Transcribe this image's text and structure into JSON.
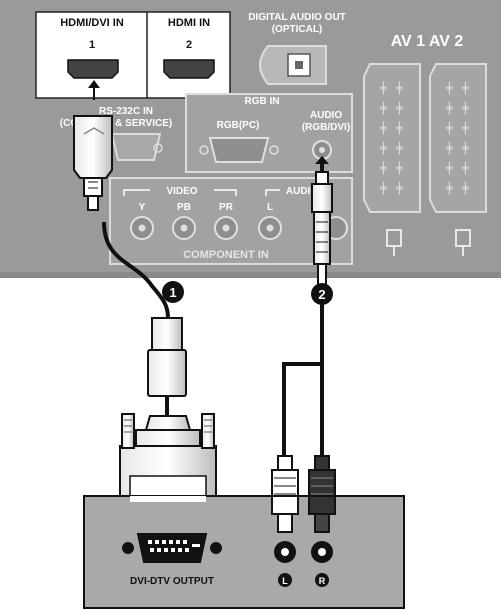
{
  "panel": {
    "hdmi1_label": "HDMI/DVI IN",
    "hdmi1_num": "1",
    "hdmi2_label": "HDMI IN",
    "hdmi2_num": "2",
    "optical_line1": "DIGITAL AUDIO OUT",
    "optical_line2": "(OPTICAL)",
    "av_label": "AV 1 AV 2",
    "rs232_line1": "RS-232C IN",
    "rs232_line2": "(CONTROL & SERVICE)",
    "rgb_in": "RGB IN",
    "rgb_pc": "RGB(PC)",
    "audio_rgb_line1": "AUDIO",
    "audio_rgb_line2": "(RGB/DVI)",
    "video_group": "VIDEO",
    "audio_group": "AUDIO",
    "jack_y": "Y",
    "jack_pb": "PB",
    "jack_pr": "PR",
    "jack_l": "L",
    "component_in": "COMPONENT IN"
  },
  "steps": {
    "step1": "1",
    "step2": "2"
  },
  "source_device": {
    "output_label": "DVI-DTV OUTPUT",
    "left_marker": "L",
    "right_marker": "R"
  },
  "colors": {
    "panel": "#9a9a9a",
    "device_box": "#a9a9a9",
    "dark": "#1a1a1a",
    "label_white": "#ffffff"
  }
}
